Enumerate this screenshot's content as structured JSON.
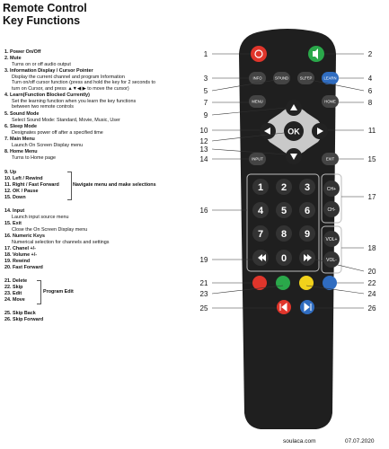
{
  "title": {
    "line1": "Remote Control",
    "line2": "Key Functions"
  },
  "functions": [
    {
      "title": "1. Power On/Off",
      "desc": []
    },
    {
      "title": "2. Mute",
      "desc": [
        "Turns on or off audio output"
      ]
    },
    {
      "title": "3. Information  Display / Cursor Pointer",
      "desc": [
        "Display the current channel and program Information",
        "Turn on/off cursor function (press and hold the key for 2 seconds to",
        "turn on Cursor, and press ▲▼◀ ▶ to move the cursor)"
      ]
    },
    {
      "title": "4. Learn(Function Blocked Currently)",
      "desc": [
        "Set the learning function when you learn the key functions",
        "between two remote controls"
      ]
    },
    {
      "title": "5. Sound Mode",
      "desc": [
        "Select Sound Mode: Standard, Movie, Music, User"
      ]
    },
    {
      "title": "6. Sleep Mode",
      "desc": [
        "Designates power off after a specified time"
      ]
    },
    {
      "title": "7. Main Menu",
      "desc": [
        "Launch On Screen Display menu"
      ]
    },
    {
      "title": "8. Home Menu",
      "desc": [
        "Turns to Home page"
      ]
    },
    {
      "title": "9. Up",
      "desc": []
    },
    {
      "title": "10. Left / Rewind",
      "desc": []
    },
    {
      "title": "11. Right / Fast Forward",
      "desc": []
    },
    {
      "title": "12. OK / Pause",
      "desc": []
    },
    {
      "title": "15. Down",
      "desc": []
    },
    {
      "title": "14. Input",
      "desc": [
        "Launch input source menu"
      ]
    },
    {
      "title": "15. Exit",
      "desc": [
        "Close the On Screen Display menu"
      ]
    },
    {
      "title": "16. Numeric Keys",
      "desc": [
        "Numerical selection for channels and settings"
      ]
    },
    {
      "title": "17. Chanel +/-",
      "desc": []
    },
    {
      "title": "18. Volume +/-",
      "desc": []
    },
    {
      "title": "19. Rewind",
      "desc": []
    },
    {
      "title": "20. Fast Forward",
      "desc": []
    },
    {
      "title": "21. Delete",
      "desc": []
    },
    {
      "title": "22. Skip",
      "desc": []
    },
    {
      "title": "23. Edit",
      "desc": []
    },
    {
      "title": "24. Move",
      "desc": []
    },
    {
      "title": "25. Skip Back",
      "desc": []
    },
    {
      "title": "26. Skip Forward",
      "desc": []
    }
  ],
  "groups": {
    "navigate": "Navigate menu and  make selections",
    "program_edit": "Program Edit"
  },
  "remote": {
    "buttons": {
      "info": "INFO",
      "sound": "SOUND",
      "sleep": "SLEEP",
      "learn": "LEARN",
      "menu": "MENU",
      "home": "HOME",
      "ok": "OK",
      "input": "INPUT",
      "exit": "EXIT",
      "ch_plus": "CH+",
      "ch_minus": "CH-",
      "vol_plus": "VOL+",
      "vol_minus": "VOL-",
      "digits": [
        "1",
        "2",
        "3",
        "4",
        "5",
        "6",
        "7",
        "8",
        "9",
        "0"
      ]
    },
    "colors": {
      "body": "#1f1f1f",
      "power": "#e0352b",
      "mute": "#2aa84a",
      "learn": "#2f6cc0",
      "red": "#e0352b",
      "green": "#2aa84a",
      "yellow": "#f2d21b",
      "blue": "#2f6cc0"
    }
  },
  "callouts": [
    "1",
    "2",
    "3",
    "4",
    "5",
    "6",
    "7",
    "8",
    "9",
    "10",
    "11",
    "12",
    "13",
    "14",
    "15",
    "16",
    "17",
    "18",
    "19",
    "20",
    "21",
    "22",
    "23",
    "24",
    "25",
    "26"
  ],
  "footer": {
    "site": "soulaca.com",
    "date": "07.07.2020"
  }
}
